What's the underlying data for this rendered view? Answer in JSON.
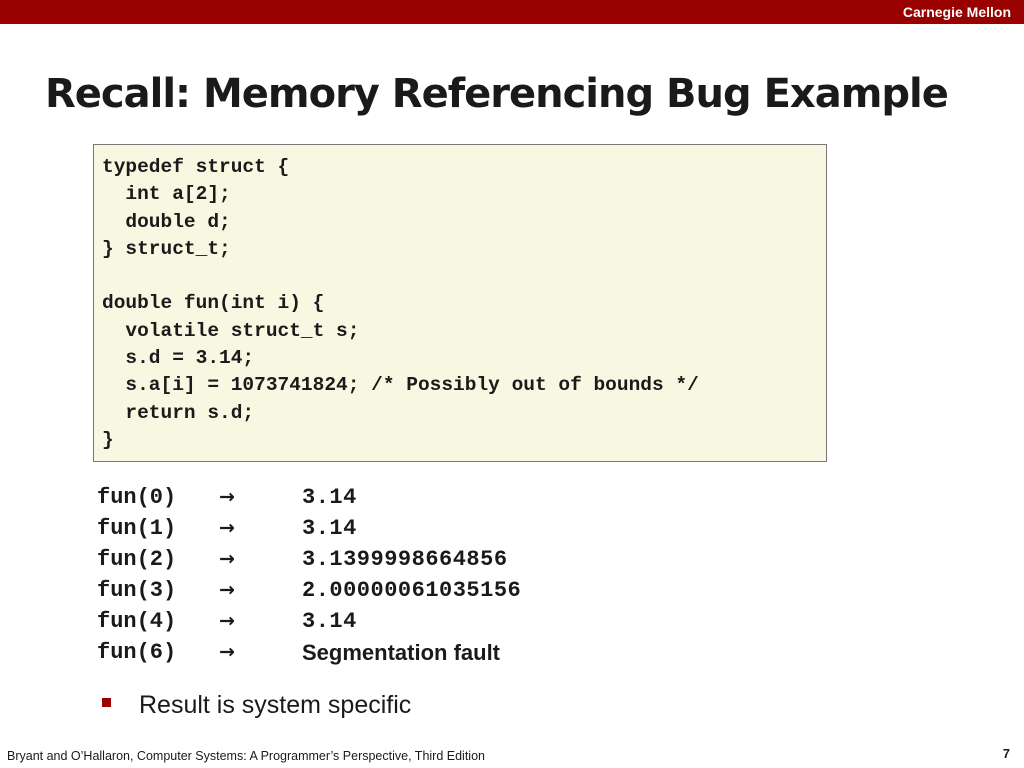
{
  "header": {
    "brand": "Carnegie Mellon",
    "bar_color": "#990000"
  },
  "slide": {
    "title": "Recall: Memory Referencing Bug Example"
  },
  "code": {
    "lines": [
      "typedef struct {",
      "  int a[2];",
      "  double d;",
      "} struct_t;",
      "",
      "double fun(int i) {",
      "  volatile struct_t s;",
      "  s.d = 3.14;",
      "  s.a[i] = 1073741824; /* Possibly out of bounds */",
      "  return s.d;",
      "}"
    ],
    "background": "#f8f8e2"
  },
  "results": {
    "arrow_icon": "arrow-icon",
    "rows": [
      {
        "call": "fun(0)",
        "arrow": "→",
        "value": "3.14"
      },
      {
        "call": "fun(1)",
        "arrow": "→",
        "value": "3.14"
      },
      {
        "call": "fun(2)",
        "arrow": "→",
        "value": "3.1399998664856"
      },
      {
        "call": "fun(3)",
        "arrow": "→",
        "value": "2.00000061035156"
      },
      {
        "call": "fun(4)",
        "arrow": "→",
        "value": "3.14"
      },
      {
        "call": "fun(6)",
        "arrow": "→",
        "value": "Segmentation fault"
      }
    ]
  },
  "bullets": [
    {
      "text": "Result is system specific"
    }
  ],
  "footer": {
    "citation": "Bryant and O’Hallaron, Computer Systems: A Programmer’s Perspective, Third Edition",
    "page_number": "7"
  }
}
